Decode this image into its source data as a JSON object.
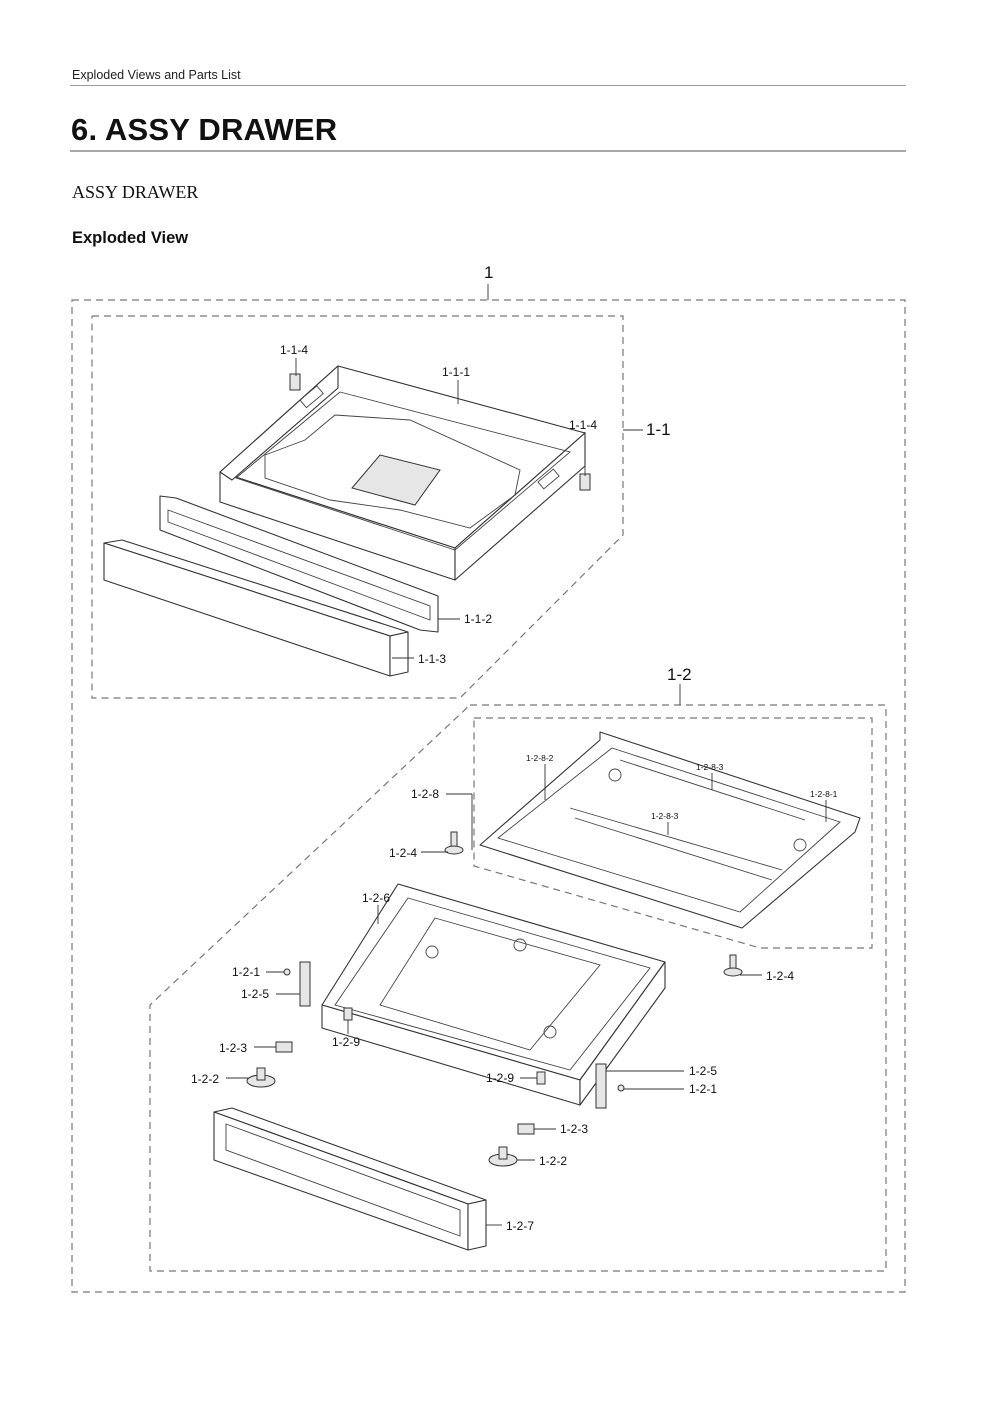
{
  "header": {
    "running_title": "Exploded Views and Parts List",
    "section_title": "6.  ASSY DRAWER",
    "subtitle": "ASSY DRAWER",
    "subheading": "Exploded View"
  },
  "diagram": {
    "groups": {
      "assembly": "1",
      "upper": "1-1",
      "lower": "1-2"
    },
    "callouts": {
      "p111": "1-1-1",
      "p112": "1-1-2",
      "p113": "1-1-3",
      "p114a": "1-1-4",
      "p114b": "1-1-4",
      "p128": "1-2-8",
      "p1282": "1-2-8-2",
      "p1283a": "1-2-8-3",
      "p1283b": "1-2-8-3",
      "p1281": "1-2-8-1",
      "p124a": "1-2-4",
      "p124b": "1-2-4",
      "p126": "1-2-6",
      "p121a": "1-2-1",
      "p125a": "1-2-5",
      "p129a": "1-2-9",
      "p123a": "1-2-3",
      "p122a": "1-2-2",
      "p129b": "1-2-9",
      "p125b": "1-2-5",
      "p121b": "1-2-1",
      "p123b": "1-2-3",
      "p122b": "1-2-2",
      "p127": "1-2-7"
    }
  }
}
